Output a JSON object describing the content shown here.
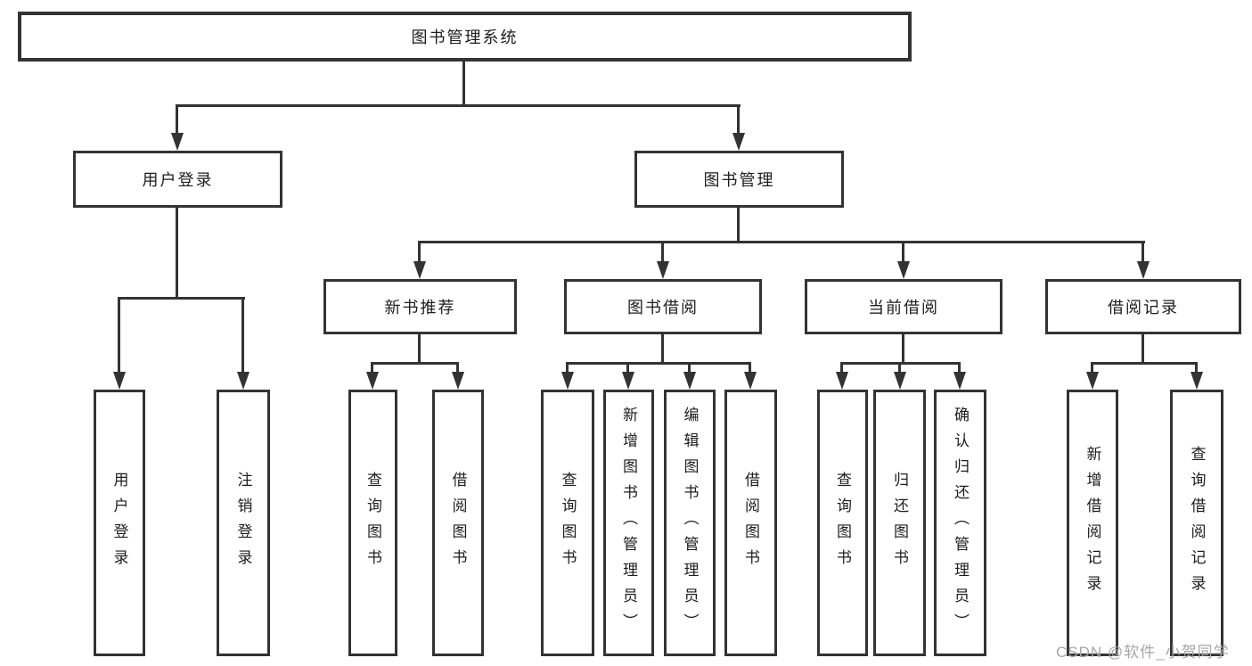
{
  "diagram": {
    "root": {
      "label": "图书管理系统"
    },
    "level2": [
      {
        "label": "用户登录",
        "children": [
          {
            "label": "用户登录"
          },
          {
            "label": "注销登录"
          }
        ]
      },
      {
        "label": "图书管理",
        "modules": [
          {
            "label": "新书推荐",
            "children": [
              {
                "label": "查询图书"
              },
              {
                "label": "借阅图书"
              }
            ]
          },
          {
            "label": "图书借阅",
            "children": [
              {
                "label": "查询图书"
              },
              {
                "label": "新增图书（管理员）"
              },
              {
                "label": "编辑图书（管理员）"
              },
              {
                "label": "借阅图书"
              }
            ]
          },
          {
            "label": "当前借阅",
            "children": [
              {
                "label": "查询图书"
              },
              {
                "label": "归还图书"
              },
              {
                "label": "确认归还（管理员）"
              }
            ]
          },
          {
            "label": "借阅记录",
            "children": [
              {
                "label": "新增借阅记录"
              },
              {
                "label": "查询借阅记录"
              }
            ]
          }
        ]
      }
    ]
  },
  "watermark": "CSDN @软件_小贺同学",
  "colors": {
    "line": "#333333",
    "text": "#1d1d1d",
    "watermark": "#a6a6a6",
    "background": "#ffffff"
  }
}
